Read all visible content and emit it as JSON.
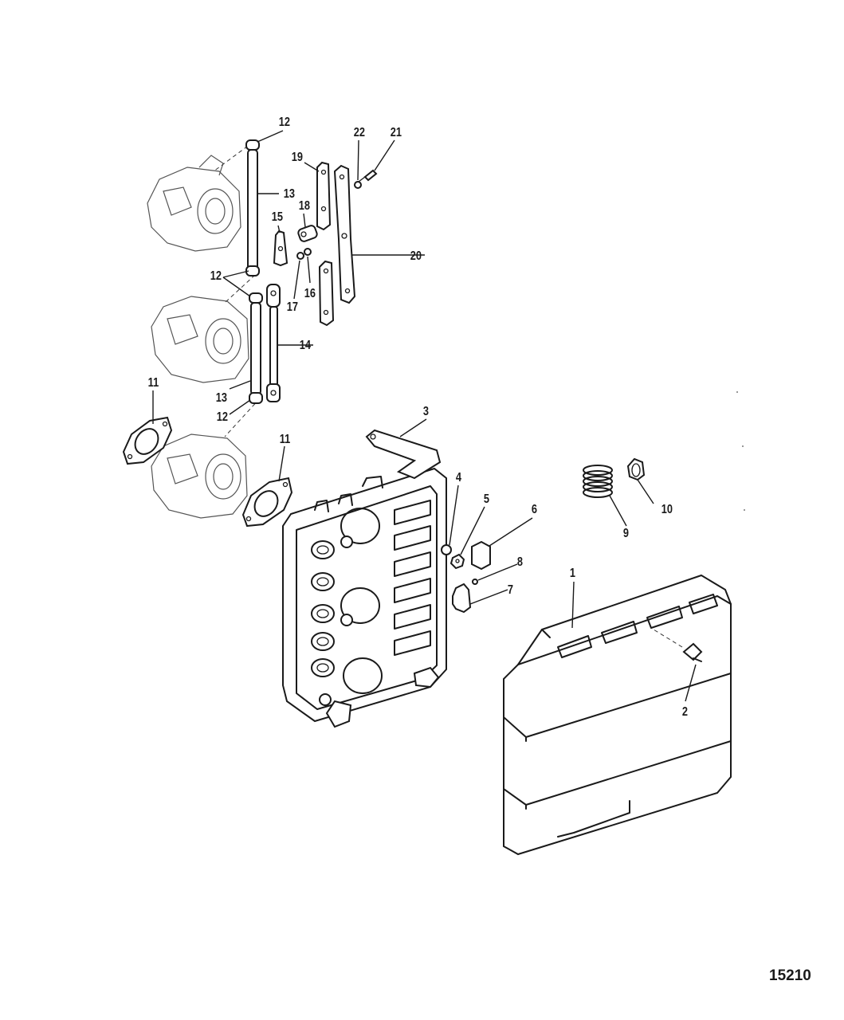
{
  "diagram": {
    "figure_number": "15210",
    "callouts": {
      "c1": "1",
      "c2": "2",
      "c3": "3",
      "c4": "4",
      "c5": "5",
      "c6": "6",
      "c7": "7",
      "c8": "8",
      "c9": "9",
      "c10": "10",
      "c11a": "11",
      "c11b": "11",
      "c12a": "12",
      "c12b": "12",
      "c12c": "12",
      "c13a": "13",
      "c13b": "13",
      "c14": "14",
      "c15": "15",
      "c16": "16",
      "c17": "17",
      "c18": "18",
      "c19": "19",
      "c20": "20",
      "c21": "21",
      "c22": "22"
    }
  }
}
